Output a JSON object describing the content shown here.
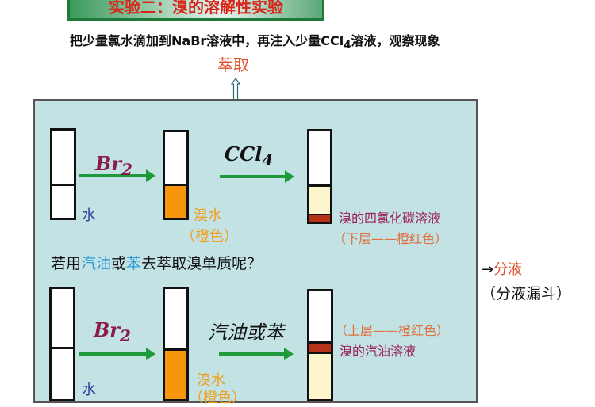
{
  "banner": "实验二：溴的溶解性实验",
  "subtitle": {
    "pre": "把少量氯水滴加到NaBr溶液中，再注入少量CCl",
    "sub": "4",
    "post": "溶液，观察现象"
  },
  "extract": "萃取",
  "top_row": {
    "reagent1": {
      "main": "Br",
      "sub": "2"
    },
    "reagent2": {
      "main": "CCl",
      "sub": "4"
    },
    "water": "水",
    "bromine_water": "溴水",
    "bromine_water_color": "（橙色）",
    "solution": "溴的四氯化碳溶液",
    "layer": "（下层——橙红色）"
  },
  "question": {
    "p1": "若用",
    "p2": "汽油",
    "p3": "或",
    "p4": "苯",
    "p5": "去萃取溴单质呢？"
  },
  "bottom_row": {
    "reagent1": {
      "main": "Br",
      "sub": "2"
    },
    "reagent2": "汽油或苯",
    "water": "水",
    "bromine_water": "溴水",
    "bromine_water_color": "（橙色）",
    "layer": "（上层——橙红色）",
    "solution": "溴的汽油溶液"
  },
  "separation": {
    "label": "分液",
    "arrow": "→",
    "tool": "（分液漏斗）"
  },
  "colors": {
    "orange": "#f7960a",
    "pale_yellow": "#fdf6cc",
    "red_brown": "#b8321a",
    "green_arrow": "#1f9a3a",
    "box_bg": "#c2e2e4"
  }
}
